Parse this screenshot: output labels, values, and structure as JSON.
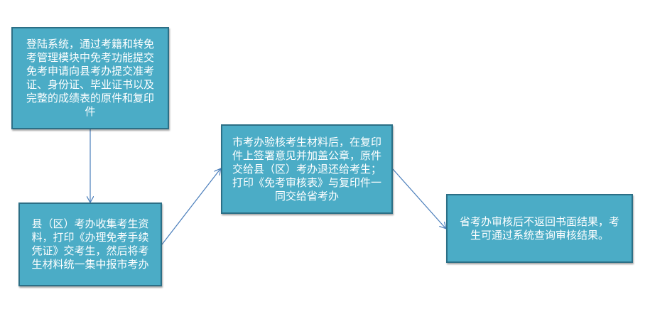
{
  "diagram": {
    "step1": "登陆系统，通过考籍和转免考管理模块中免考功能提交免考申请向县考办提交准考证、身份证、毕业证书以及完整的成绩表的原件和复印件",
    "step2": "县（区）考办收集考生资料，打印《办理免考手续凭证》交考生，然后将考生材料统一集中报市考办",
    "step3": "市考办验核考生材料后，在复印件上签署意见并加盖公章，原件交给县（区）考办退还给考生；打印《免考审核表》与复印件一同交给省考办",
    "step4": "省考办审核后不返回书面结果，考生可通过系统查询审核结果。"
  },
  "colors": {
    "box_fill": "#4bacc6",
    "box_border": "#2c6f86",
    "arrow": "#4a7ebb",
    "text": "#ffffff"
  }
}
